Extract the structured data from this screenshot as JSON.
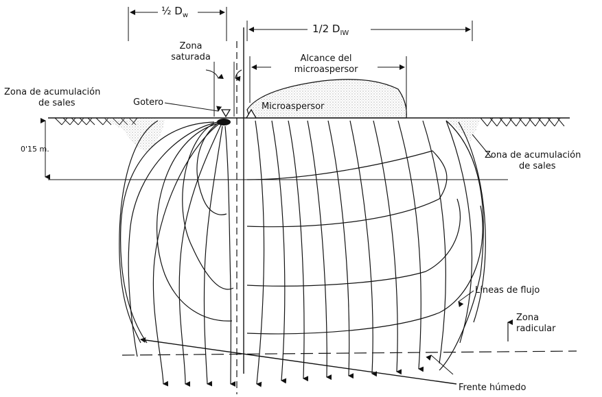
{
  "labels": {
    "half_dw_left": "½ D",
    "half_dw_left_sub": "w",
    "half_dw_right": "1/2 D",
    "half_dw_right_sub": "IW",
    "zona_saturada_1": "Zona",
    "zona_saturada_2": "saturada",
    "alcance_1": "Alcance del",
    "alcance_2": "microaspersor",
    "acum_left_1": "Zona de acumulación",
    "acum_left_2": "de sales",
    "gotero": "Gotero",
    "microaspersor": "Microaspersor",
    "depth": "0'15 m.",
    "acum_right_1": "Zona de acumulación",
    "acum_right_2": "de sales",
    "lineas_flujo": "Líneas de flujo",
    "zona_rad_1": "Zona",
    "zona_rad_2": "radicular",
    "frente_humedo": "Frente húmedo"
  },
  "colors": {
    "line": "#111111",
    "stipple": "#9a9a9a",
    "background": "#ffffff"
  }
}
